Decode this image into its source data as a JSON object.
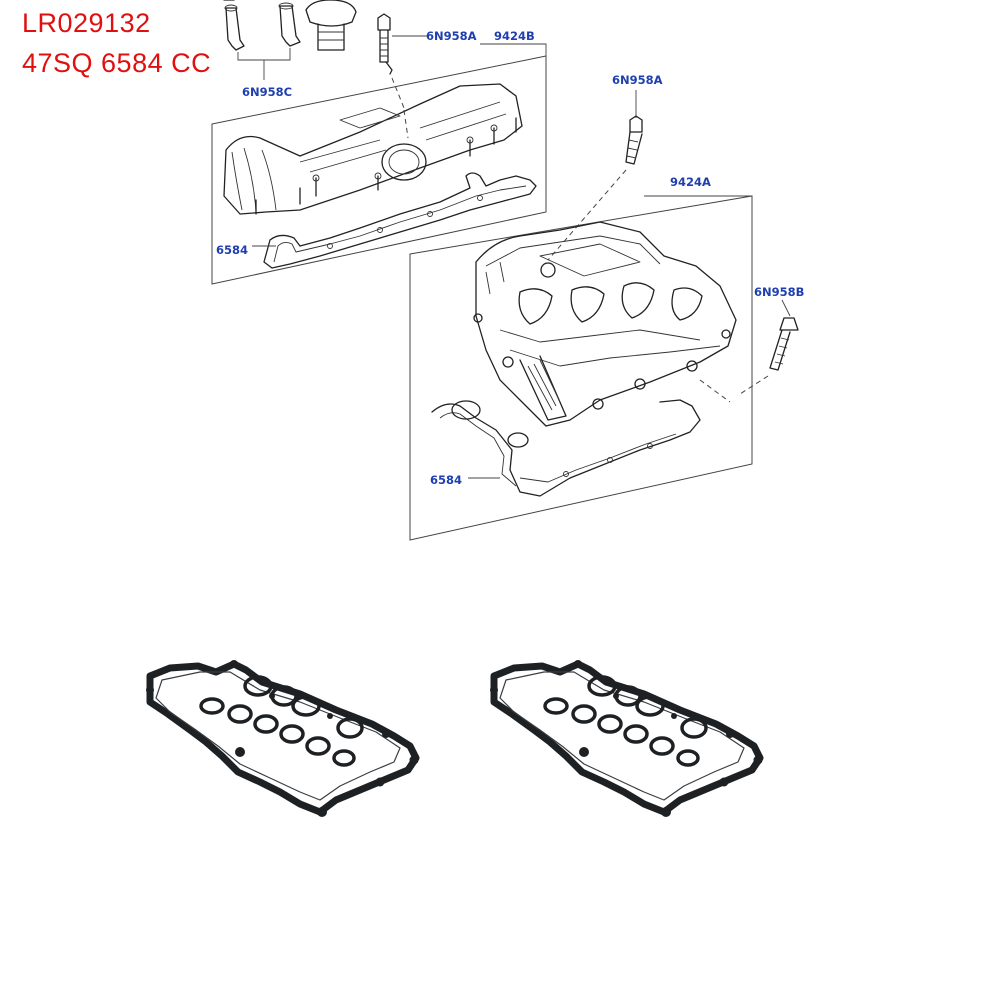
{
  "part_numbers": {
    "line1": "LR029132",
    "line2": "47SQ 6584 CC"
  },
  "callouts": {
    "tube_pair": "6N958C",
    "stud_top": "6N958A",
    "cover_top": "9424B",
    "stud_right": "6N958A",
    "cover_bottom": "9424A",
    "gasket_top": "6584",
    "stud_side": "6N958B",
    "gasket_bottom": "6584"
  },
  "colors": {
    "part_number_text": "#e01010",
    "callout_text": "#1f3fb0",
    "line_art": "#222222",
    "gasket": "#1e2124"
  }
}
